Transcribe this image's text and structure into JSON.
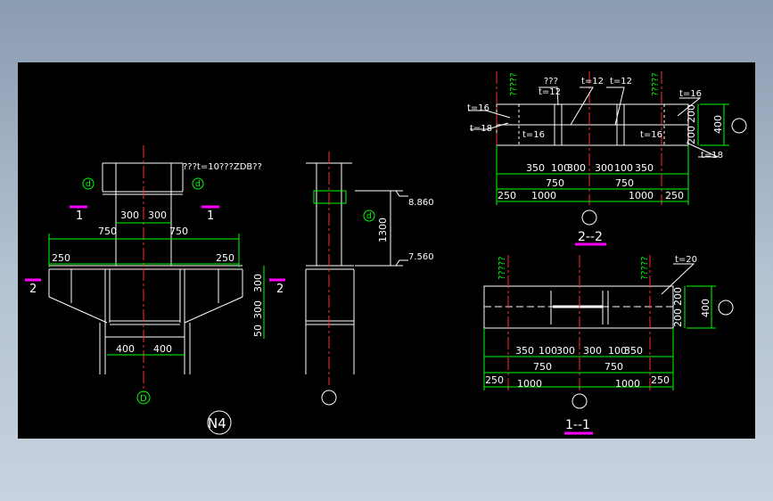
{
  "drawing": {
    "bg": "#000000",
    "colors": {
      "structure": "#ffffff",
      "dimension": "#00ff00",
      "centerline": "#ff3030",
      "marker": "#ff00ff",
      "callout": "#00c000",
      "hatch": "#ffffff"
    },
    "elevation": {
      "top_note": "???t=10???ZDB??",
      "bubble_left": "d",
      "bubble_right": "d",
      "sect1_left": "1",
      "sect1_right": "1",
      "sect2_left": "2",
      "sect2_right": "2",
      "dim_300a": "300",
      "dim_300b": "300",
      "dim_750a": "750",
      "dim_750b": "750",
      "dim_250a": "250",
      "dim_250b": "250",
      "dim_v300": "300",
      "dim_v300b": "300",
      "dim_v50": "50",
      "dim_400a": "400",
      "dim_400b": "400",
      "axis_label": "D"
    },
    "side": {
      "bubble": "d",
      "dim_1300": "1300",
      "elev_top": "8.860",
      "elev_bot": "7.560"
    },
    "title": "N4",
    "sec22": {
      "t16_left": "t=16",
      "t18_left": "t=18",
      "q_top": "???",
      "t12_a": "t=12",
      "t12_b": "t=12",
      "t12_c": "t=12",
      "t16_right": "t=16",
      "t16_in_left": "t=16",
      "t16_in_right": "t=16",
      "t18_right": "t=18",
      "q_left_mark": "?????",
      "q_right_mark": "?????",
      "dim_350a": "350",
      "dim_100a": "100",
      "dim_300a": "300",
      "dim_300b": "300",
      "dim_100b": "100",
      "dim_350b": "350",
      "dim_750a": "750",
      "dim_750b": "750",
      "dim_250a": "250",
      "dim_1000a": "1000",
      "dim_1000b": "1000",
      "dim_250b": "250",
      "dim_200a": "200",
      "dim_200b": "200",
      "dim_400": "400",
      "label": "2--2"
    },
    "sec11": {
      "t20": "t=20",
      "q_left_mark": "?????",
      "q_right_mark": "?????",
      "dim_350a": "350",
      "dim_100a": "100",
      "dim_300a": "300",
      "dim_300b": "300",
      "dim_100b": "100",
      "dim_350b": "350",
      "dim_750a": "750",
      "dim_750b": "750",
      "dim_250a": "250",
      "dim_1000a": "1000",
      "dim_1000b": "1000",
      "dim_250b": "250",
      "dim_200a": "200",
      "dim_200b": "200",
      "dim_400": "400",
      "label": "1--1"
    }
  }
}
